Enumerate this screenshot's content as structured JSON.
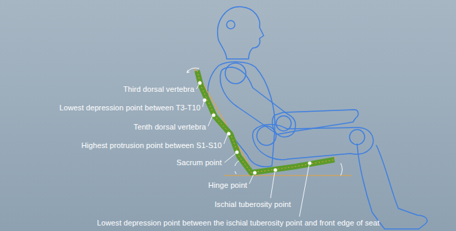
{
  "diagram": {
    "labels": [
      "Third dorsal vertebra",
      "Lowest depression point between T3-T10",
      "Tenth dorsal vertebra",
      "Highest protrusion point between S1-S10",
      "Sacrum point",
      "Hinge point",
      "Ischial tuberosity point",
      "Lowest depression point between the ischial tuberosity point and front edge of seat"
    ]
  }
}
